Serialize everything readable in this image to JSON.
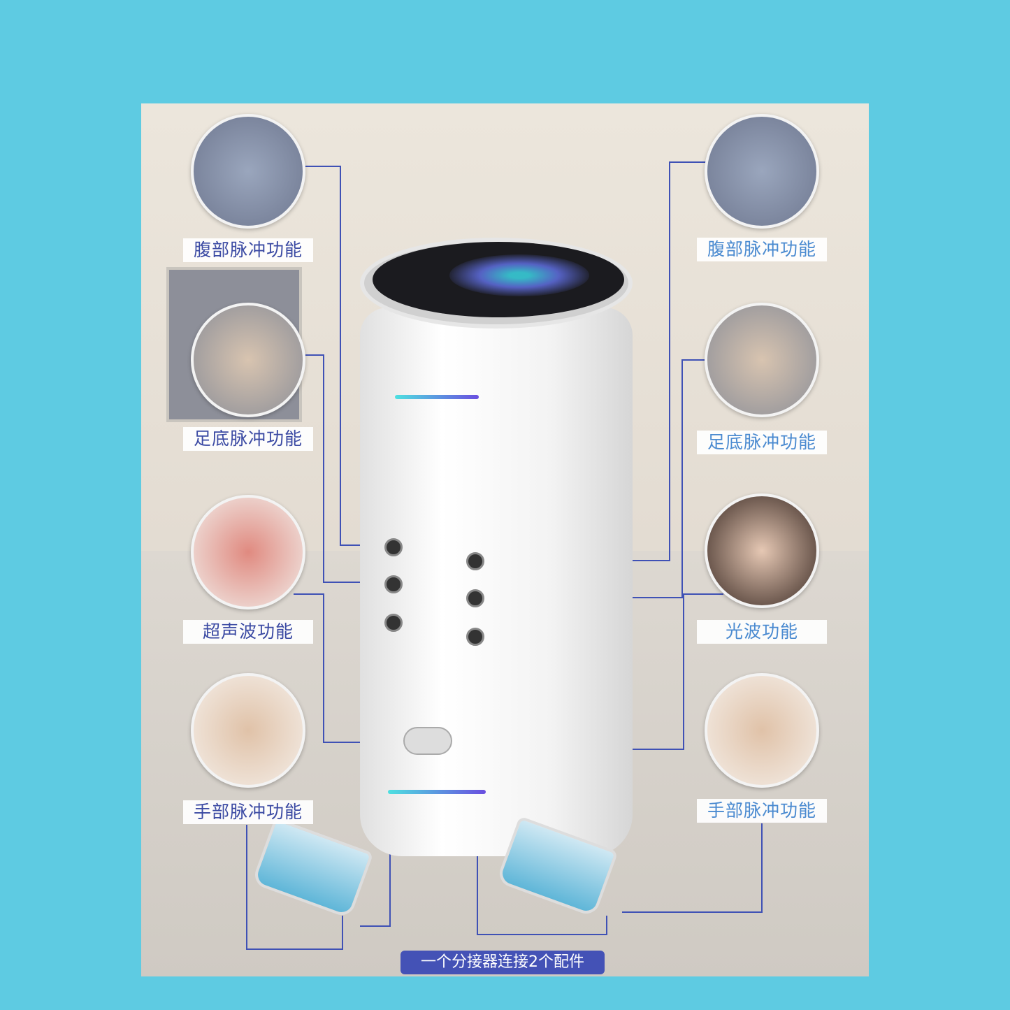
{
  "left_features": [
    {
      "label": "腹部脉冲功能",
      "icon": "abdomen-belt-photo"
    },
    {
      "label": "足底脉冲功能",
      "icon": "foot-pad-photo"
    },
    {
      "label": "超声波功能",
      "icon": "ultrasound-probe-photo"
    },
    {
      "label": "手部脉冲功能",
      "icon": "hand-grip-photo"
    }
  ],
  "right_features": [
    {
      "label": "腹部脉冲功能",
      "icon": "abdomen-belt-photo"
    },
    {
      "label": "足底脉冲功能",
      "icon": "foot-pad-photo"
    },
    {
      "label": "光波功能",
      "icon": "nasal-light-photo"
    },
    {
      "label": "手部脉冲功能",
      "icon": "hand-grip-photo"
    }
  ],
  "footer_badge": "一个分接器连接2个配件",
  "colors": {
    "background": "#5ecbe2",
    "line": "#3f51b5",
    "badge": "#4452b6",
    "left_text": "#3b4aa3",
    "right_text": "#4a8ad0"
  }
}
